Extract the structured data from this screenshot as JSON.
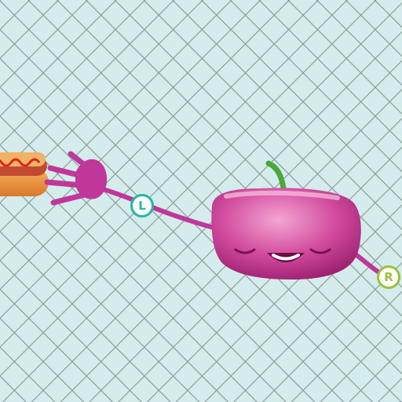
{
  "colors": {
    "background": "#d5ecec",
    "fence_wire": "#8f9c9e",
    "character_body": "#d24b9e",
    "character_stem": "#4ba83a",
    "fork": "#c0379a",
    "left_key_ring": "#27b6a6",
    "right_key_ring": "#98c23a"
  },
  "icons": {
    "food": "hotdog-icon",
    "utensil": "fork-icon",
    "character": "pink-onion-character"
  },
  "controls": {
    "left_key": {
      "label": "L"
    },
    "right_key": {
      "label": "R"
    }
  }
}
